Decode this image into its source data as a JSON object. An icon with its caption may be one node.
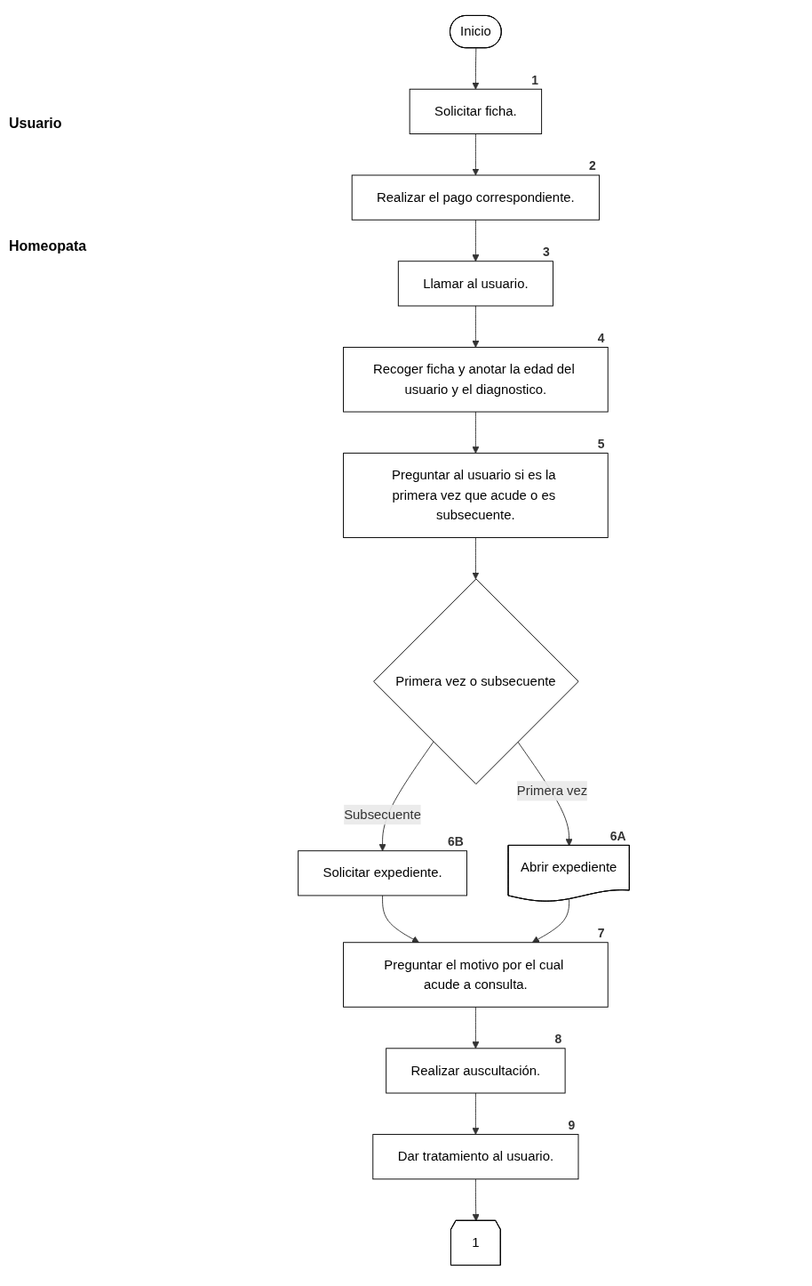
{
  "diagram": {
    "nodes": [
      {
        "text": [
          "Inicio"
        ]
      },
      {
        "text": [
          "Solicitar ficha."
        ],
        "beside": [
          "1"
        ]
      },
      {
        "text": [
          "Realizar el pago correspondiente."
        ],
        "beside": [
          "2"
        ]
      },
      {
        "text": [
          "Llamar al usuario."
        ],
        "beside": [
          "3"
        ]
      },
      {
        "text": [
          "Recoger ficha y anotar la edad del usuario y el diagnostico."
        ],
        "beside": [
          "4"
        ]
      },
      {
        "text": [
          "Preguntar al usuario si es la primera vez que acude o es subsecuente."
        ],
        "beside": [
          "5"
        ]
      },
      {
        "text": [
          "Primera vez o subsecuente"
        ]
      },
      {
        "text": [
          "Solicitar expediente."
        ],
        "beside": [
          "6B"
        ]
      },
      {
        "text": [
          "Abrir expediente"
        ],
        "beside": [
          "6A"
        ]
      },
      {
        "text": [
          "Preguntar el motivo por el cual acude a consulta."
        ],
        "beside": [
          "7"
        ]
      },
      {
        "text": [
          "Realizar auscultación."
        ],
        "beside": [
          "8"
        ]
      },
      {
        "text": [
          "Dar tratamiento al usuario."
        ],
        "beside": [
          "9"
        ]
      },
      {
        "text": [
          "1"
        ]
      }
    ],
    "edges": [
      {
        "from": 0,
        "to": 1,
        "arrow": "to"
      },
      {
        "from": 1,
        "to": 2,
        "arrow": "to"
      },
      {
        "from": 2,
        "to": 3,
        "arrow": "to"
      },
      {
        "from": 3,
        "to": 4,
        "arrow": "to"
      },
      {
        "from": 4,
        "to": 5,
        "arrow": "to"
      },
      {
        "from": 5,
        "to": 6,
        "arrow": "to"
      },
      {
        "from": 6,
        "to": 7,
        "arrow": "to",
        "label": "Subsecuente"
      },
      {
        "from": 6,
        "to": 8,
        "arrow": "to",
        "label": "Primera vez"
      },
      {
        "from": 7,
        "to": 9,
        "arrow": "to"
      },
      {
        "from": 8,
        "to": 9,
        "arrow": "to"
      },
      {
        "from": 9,
        "to": 10,
        "arrow": "to"
      },
      {
        "from": 10,
        "to": 11,
        "arrow": "to"
      },
      {
        "from": 11,
        "to": 12,
        "arrow": "to"
      }
    ],
    "labels": [
      "Usuario",
      "Homeopata"
    ]
  }
}
